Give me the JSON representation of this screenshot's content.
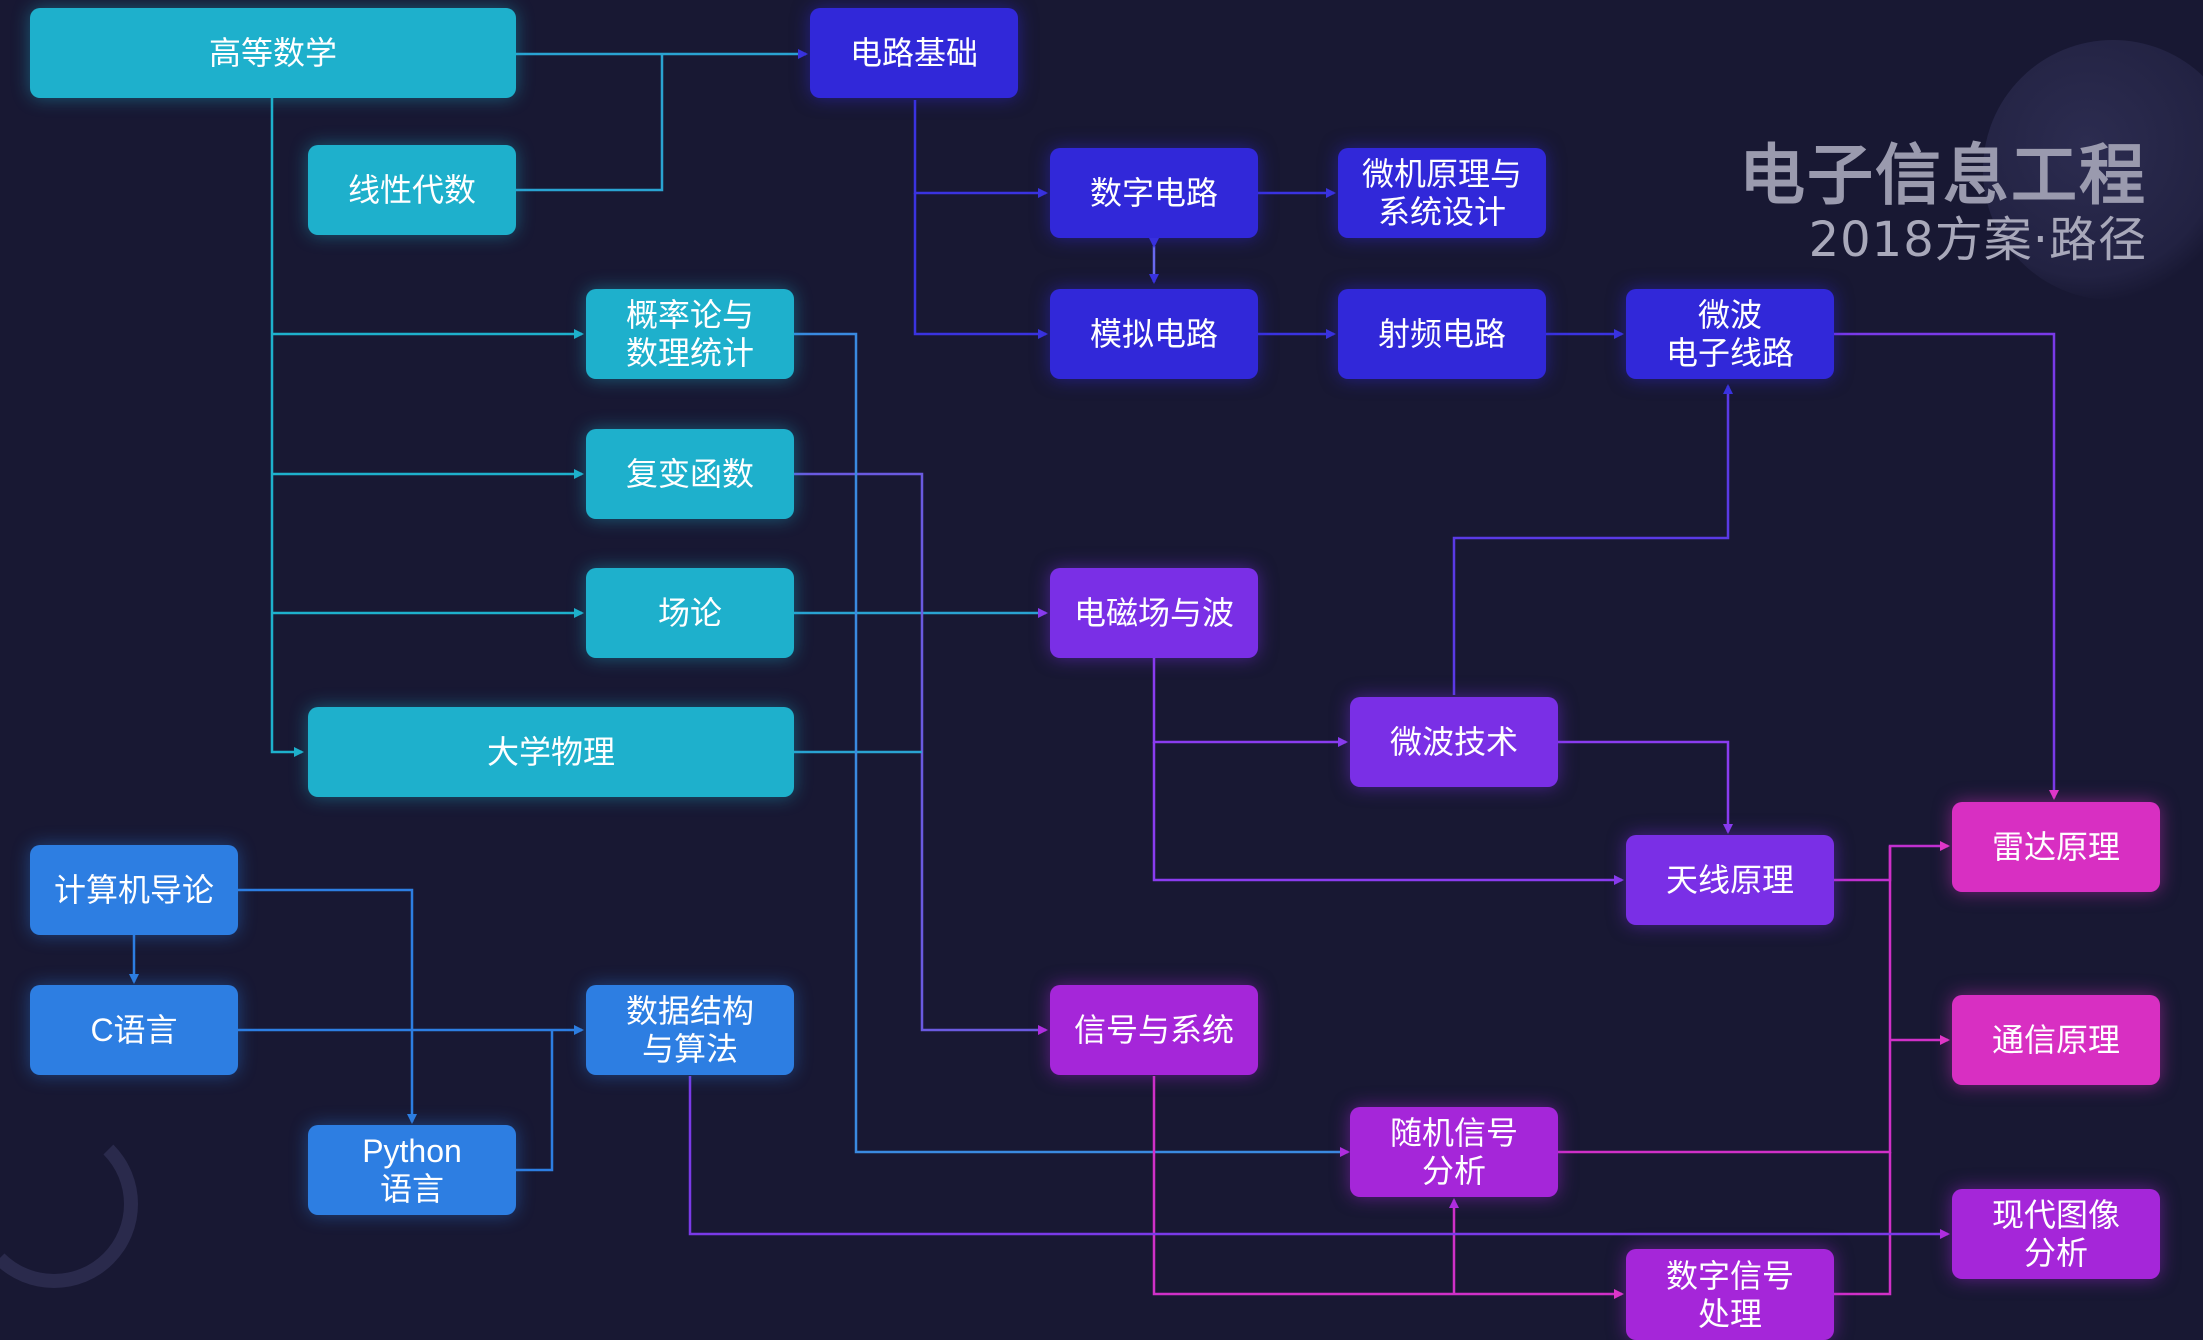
{
  "title": "电子信息工程",
  "subtitle": "2018方案·路径",
  "colors": {
    "teal": "#1eb0cc",
    "blue": "#2d7ee2",
    "indigo": "#3128d9",
    "violet": "#7a2fe6",
    "purple": "#a526d9",
    "magenta": "#d82fc2"
  },
  "nodes": {
    "gaodeng": "高等数学",
    "xianxing": "线性代数",
    "gailv": "概率论与\n数理统计",
    "fubian": "复变函数",
    "changlun": "场论",
    "daxue": "大学物理",
    "jisuanji": "计算机导论",
    "cyuyan": "C语言",
    "python": "Python\n语言",
    "shuju": "数据结构\n与算法",
    "dianlu": "电路基础",
    "shuzi": "数字电路",
    "moni": "模拟电路",
    "weiji": "微机原理与\n系统设计",
    "shepin": "射频电路",
    "weibodz": "微波\n电子线路",
    "dianci": "电磁场与波",
    "weibojs": "微波技术",
    "tianxian": "天线原理",
    "xinhao": "信号与系统",
    "suiji": "随机信号\n分析",
    "shuzixh": "数字信号\n处理",
    "leida": "雷达原理",
    "tongxin": "通信原理",
    "tuxiang": "现代图像\n分析"
  }
}
